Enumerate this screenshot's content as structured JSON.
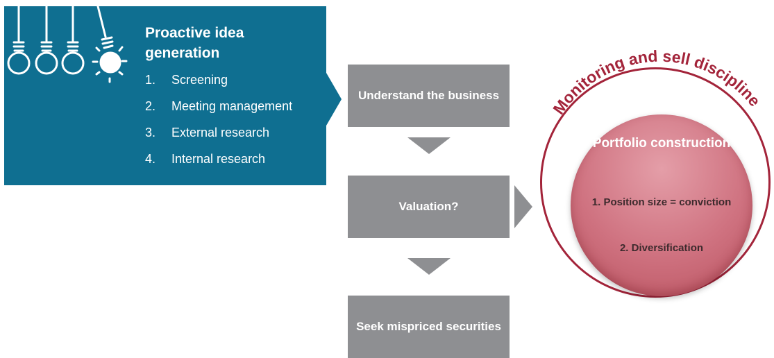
{
  "idea_generation": {
    "title": "Proactive idea generation",
    "items": [
      {
        "num": "1.",
        "label": "Screening"
      },
      {
        "num": "2.",
        "label": "Meeting management"
      },
      {
        "num": "3.",
        "label": "External research"
      },
      {
        "num": "4.",
        "label": "Internal research"
      }
    ],
    "icons": [
      "light-bulb-icon",
      "light-bulb-icon",
      "light-bulb-icon",
      "lit-light-bulb-icon"
    ]
  },
  "process": {
    "understand": "Understand the business",
    "valuation": "Valuation?",
    "seek": "Seek mispriced securities"
  },
  "portfolio": {
    "ring_label": "Monitoring and sell discipline",
    "title": "Portfolio construction",
    "points": [
      "1. Position size = conviction",
      "2. Diversification"
    ]
  },
  "colors": {
    "idea_panel": "#0f6f91",
    "process_box": "#8e8f92",
    "ring": "#a3243a",
    "circle_fill": "#cf7280"
  }
}
